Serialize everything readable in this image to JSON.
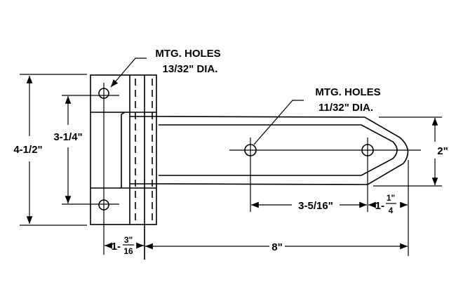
{
  "callouts": {
    "large_holes": {
      "line1": "MTG. HOLES",
      "line2": "13/32\" DIA."
    },
    "small_holes": {
      "line1": "MTG. HOLES",
      "line2": "11/32\" DIA."
    }
  },
  "dimensions": {
    "overall_height": "4-1/2\"",
    "hole_spacing_vertical": "3-1/4\"",
    "hole_to_knuckle": {
      "whole": "1-",
      "num": "3\"",
      "den": "16"
    },
    "strap_length": "8\"",
    "strap_hole_spacing": "3-5/16\"",
    "hole_to_tip": {
      "whole": "1-",
      "num": "1\"",
      "den": "4"
    },
    "strap_width": "2\""
  }
}
